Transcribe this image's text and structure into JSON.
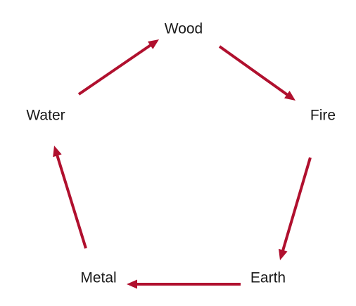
{
  "diagram": {
    "arrow_color": "#b0102e",
    "text_color": "#1a1a1a",
    "nodes": [
      {
        "id": "wood",
        "label": "Wood"
      },
      {
        "id": "fire",
        "label": "Fire"
      },
      {
        "id": "earth",
        "label": "Earth"
      },
      {
        "id": "metal",
        "label": "Metal"
      },
      {
        "id": "water",
        "label": "Water"
      }
    ],
    "edges": [
      {
        "from": "wood",
        "to": "fire"
      },
      {
        "from": "fire",
        "to": "earth"
      },
      {
        "from": "earth",
        "to": "metal"
      },
      {
        "from": "metal",
        "to": "water"
      },
      {
        "from": "water",
        "to": "wood"
      }
    ]
  }
}
